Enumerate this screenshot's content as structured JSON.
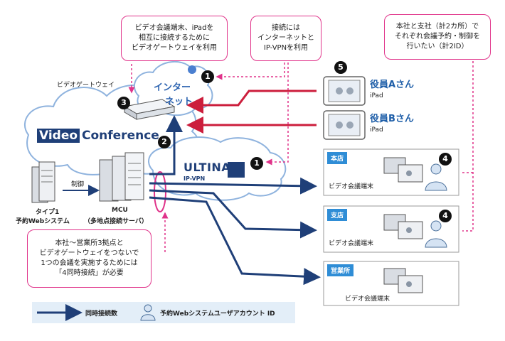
{
  "callouts": {
    "top_left": [
      "ビデオ会議端末、iPadを",
      "相互に接続するために",
      "ビデオゲートウェイを利用"
    ],
    "top_mid": [
      "接続には",
      "インターネットと",
      "IP-VPNを利用"
    ],
    "top_right": [
      "本社と支社（計2カ所）で",
      "それぞれ会議予約・制御を",
      "行いたい（計2ID）"
    ],
    "bottom": [
      "本社～営業所3拠点と",
      "ビデオゲートウェイをつないで",
      "1つの会議を実施するためには",
      "「4同時接続」が必要"
    ]
  },
  "labels": {
    "gateway": "ビデオゲートウェイ",
    "internet": [
      "インター",
      "ネット"
    ],
    "logo_video": "Video",
    "logo_conference": "Conference",
    "ultina": "ULTINA",
    "ipvpn": "IP-VPN",
    "control": "制御",
    "server_title": "タイプ1",
    "server_sub": "予約Webシステム",
    "mcu_title": "MCU",
    "mcu_sub": "（多地点接続サーバ）"
  },
  "ipads": [
    {
      "name": "役員Aさん",
      "device": "iPad"
    },
    {
      "name": "役員Bさん",
      "device": "iPad"
    }
  ],
  "sites": [
    {
      "tag": "本店",
      "terminal": "ビデオ会議端末"
    },
    {
      "tag": "支店",
      "terminal": "ビデオ会議端末"
    },
    {
      "tag": "営業所",
      "terminal": "ビデオ会議端末"
    }
  ],
  "badges": {
    "b1": "1",
    "b2": "2",
    "b3": "3",
    "b4": "4",
    "b5": "5"
  },
  "legend": {
    "arrow_label": "同時接続数",
    "user_label": "予約Webシステムユーザアカウント ID"
  },
  "colors": {
    "navy": "#1f3f78",
    "red": "#cc1e3c",
    "pink": "#e0338a",
    "cloud_edge": "#8fb3de",
    "site_blue": "#2f8dd6"
  }
}
